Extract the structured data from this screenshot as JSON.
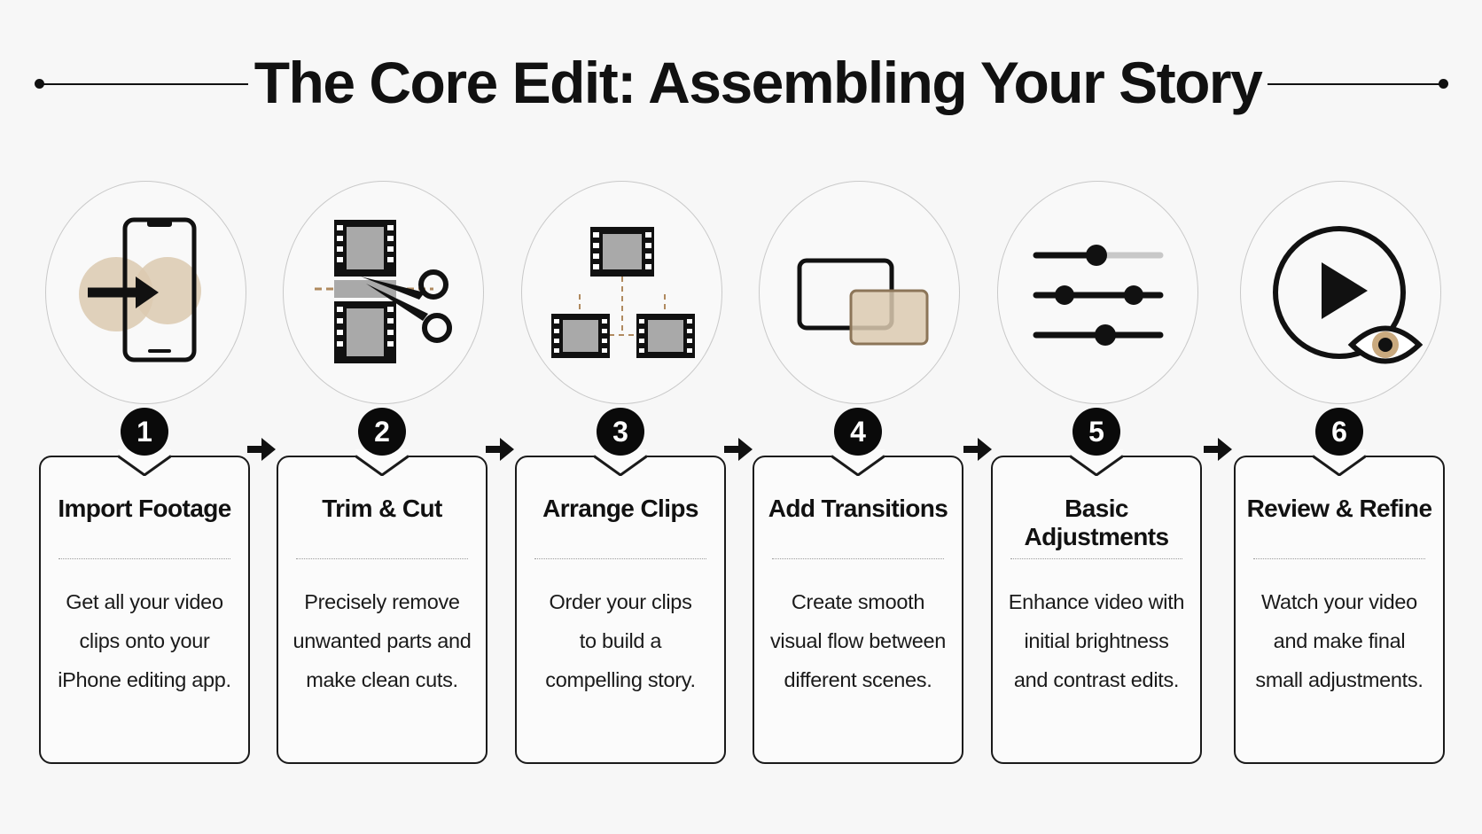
{
  "title": "The Core Edit: Assembling Your Story",
  "colors": {
    "ink": "#111111",
    "accent": "#dccab0",
    "accent_stroke": "#8c7558"
  },
  "steps": [
    {
      "number": "1",
      "title": "Import Footage",
      "desc": [
        "Get all your video",
        "clips onto your",
        "iPhone editing app."
      ],
      "icon": "phone-import-icon"
    },
    {
      "number": "2",
      "title": "Trim & Cut",
      "desc": [
        "Precisely remove",
        "unwanted parts and",
        "make clean cuts."
      ],
      "icon": "film-scissors-icon"
    },
    {
      "number": "3",
      "title": "Arrange Clips",
      "desc": [
        "Order your clips",
        "to build a",
        "compelling story."
      ],
      "icon": "arrange-clips-icon"
    },
    {
      "number": "4",
      "title": "Add Transitions",
      "desc": [
        "Create smooth",
        "visual flow between",
        "different scenes."
      ],
      "icon": "transition-icon"
    },
    {
      "number": "5",
      "title": "Basic Adjustments",
      "desc": [
        "Enhance video with",
        "initial brightness",
        "and contrast edits."
      ],
      "icon": "sliders-icon"
    },
    {
      "number": "6",
      "title": "Review & Refine",
      "desc": [
        "Watch your video",
        "and make final",
        "small adjustments."
      ],
      "icon": "play-eye-icon"
    }
  ]
}
